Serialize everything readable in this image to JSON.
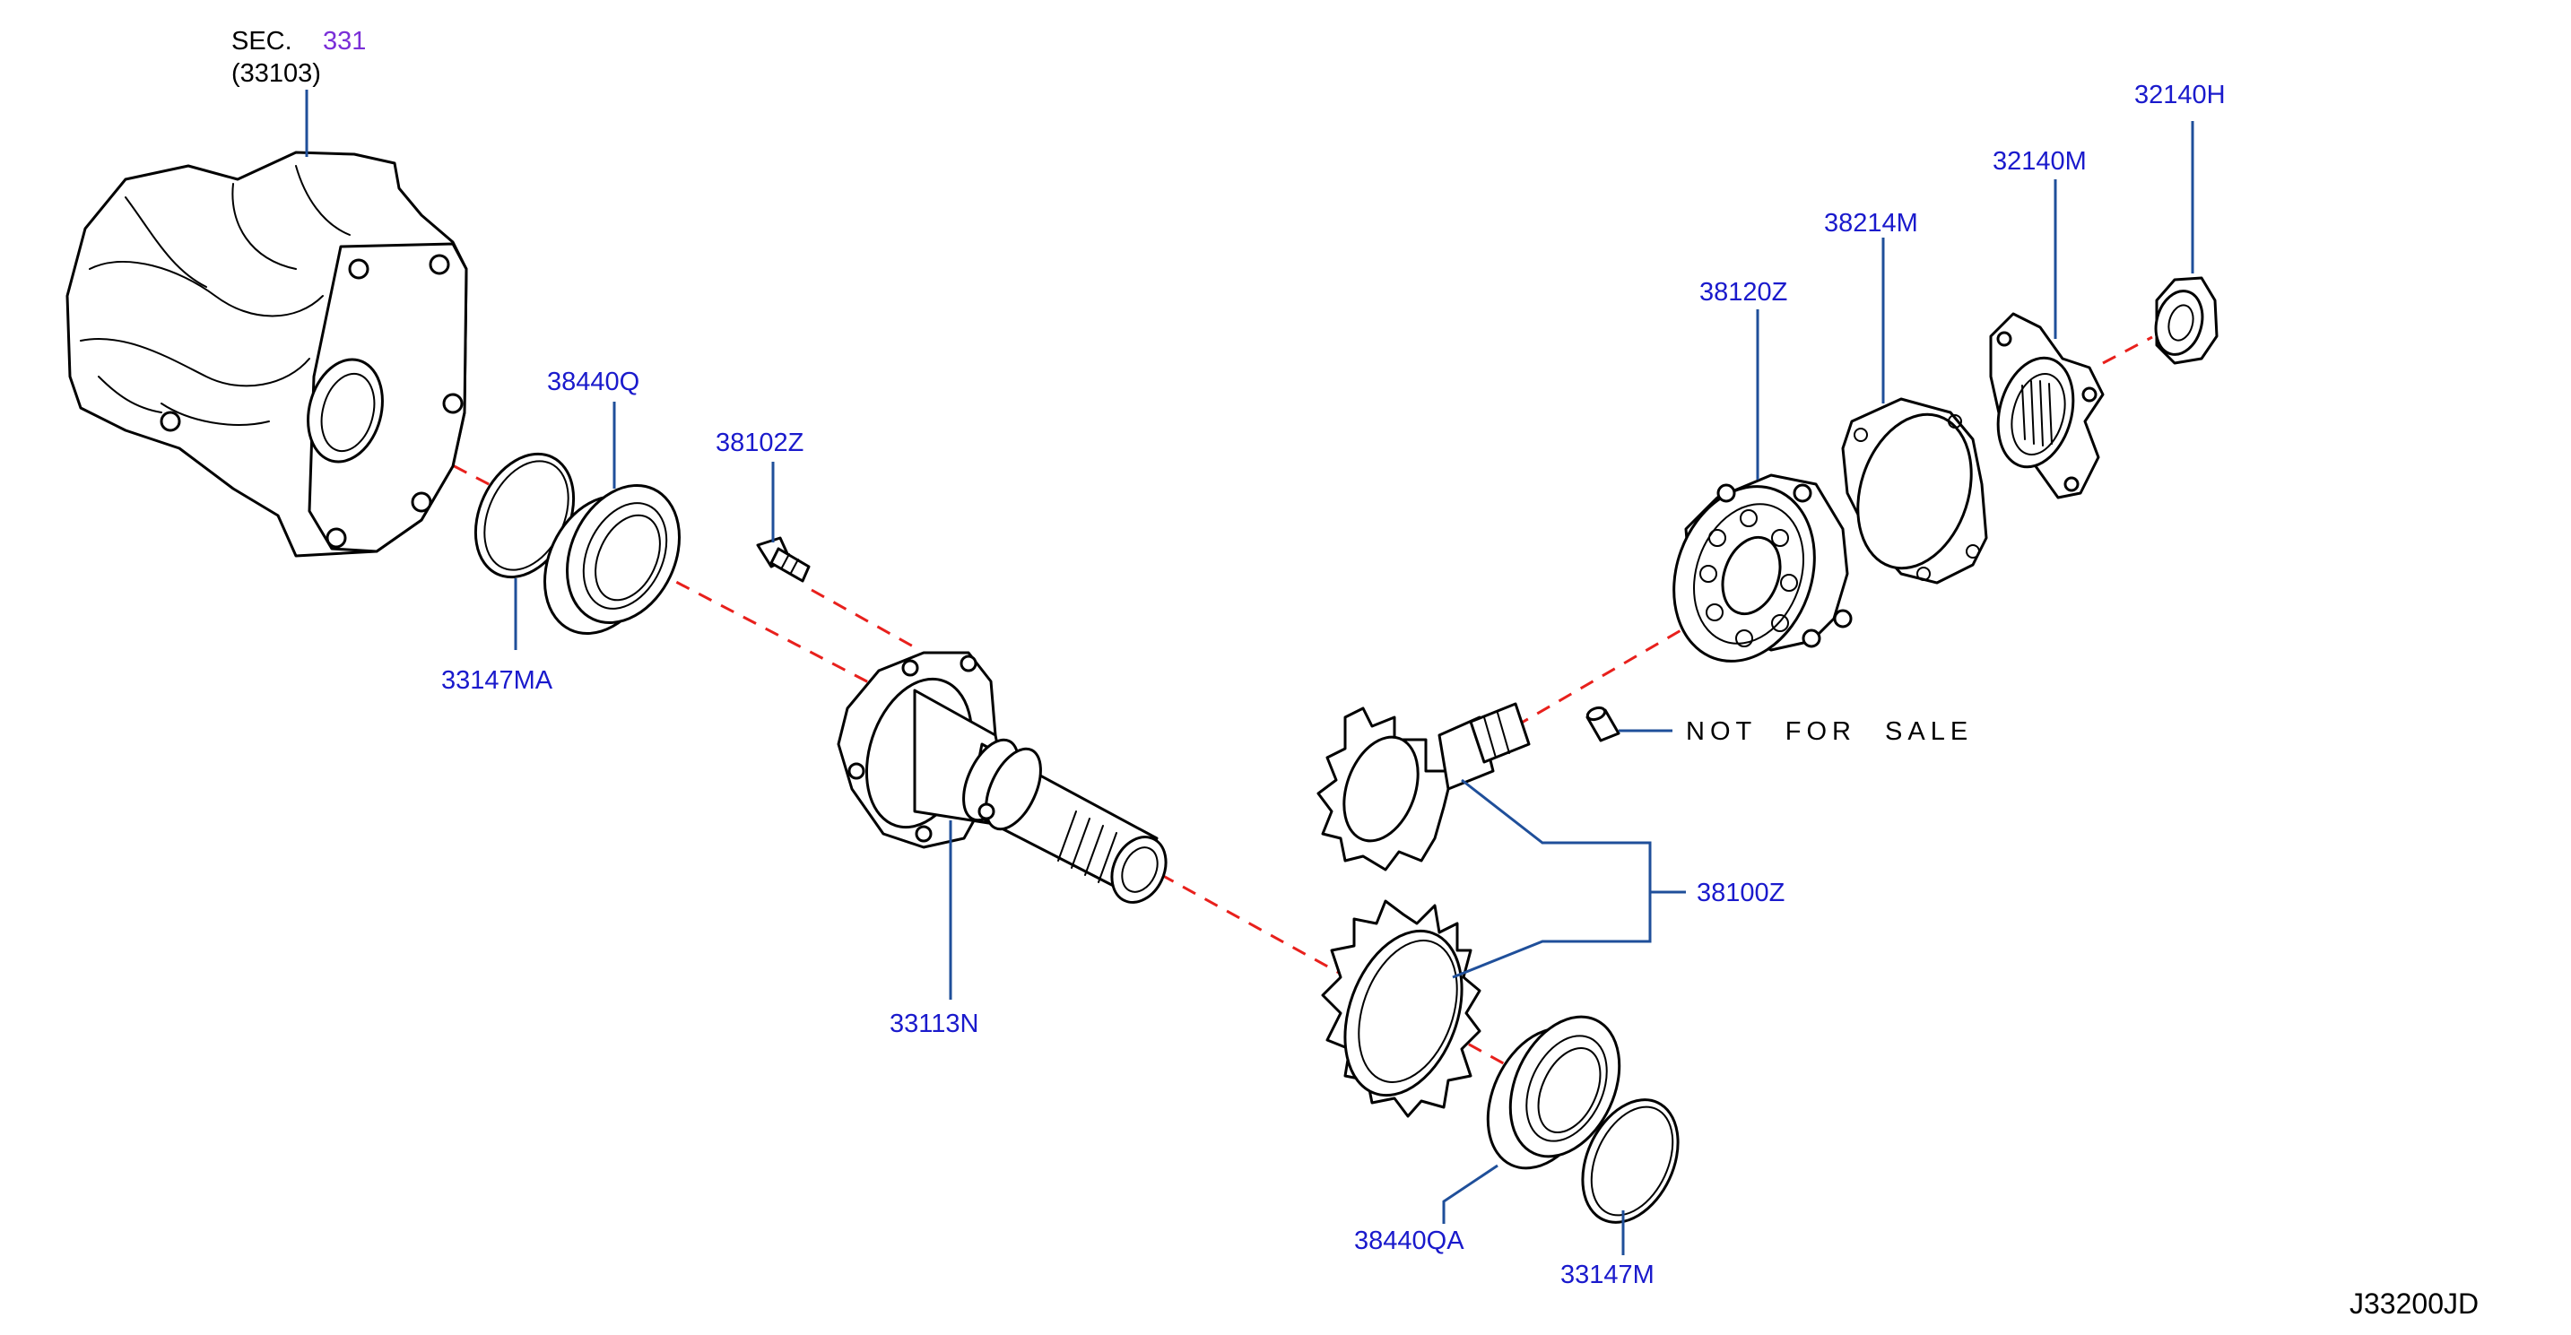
{
  "section": {
    "prefix": "SEC.",
    "number": "331",
    "sub": "(33103)"
  },
  "parts": [
    {
      "id": "32140H"
    },
    {
      "id": "32140M"
    },
    {
      "id": "38214M"
    },
    {
      "id": "38120Z"
    },
    {
      "id": "38440Q"
    },
    {
      "id": "38102Z"
    },
    {
      "id": "33147MA"
    },
    {
      "id": "38100Z"
    },
    {
      "id": "33113N"
    },
    {
      "id": "38440QA"
    },
    {
      "id": "33147M"
    }
  ],
  "note": "NOT FOR SALE",
  "diagram_code": "J33200JD",
  "colors": {
    "label": "#1a1acc",
    "leader": "#1f4f9a",
    "axis": "#e8201c",
    "line": "#000000",
    "section": "#7a2fd8"
  }
}
